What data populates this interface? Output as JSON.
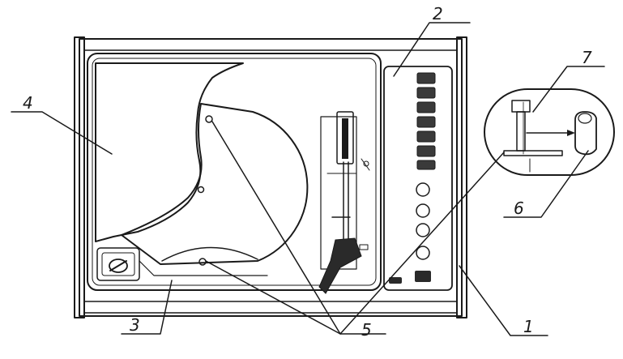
{
  "diagram": {
    "callouts": [
      {
        "id": "1",
        "text": "1"
      },
      {
        "id": "2",
        "text": "2"
      },
      {
        "id": "3",
        "text": "3"
      },
      {
        "id": "4",
        "text": "4"
      },
      {
        "id": "5",
        "text": "5"
      },
      {
        "id": "6",
        "text": "6"
      },
      {
        "id": "7",
        "text": "7"
      }
    ],
    "control_panel": {
      "square_buttons": 7,
      "round_knobs": 4
    },
    "colors": {
      "ink": "#1a1a1a",
      "paper": "#ffffff",
      "button_fill": "#3a3a3a"
    }
  }
}
